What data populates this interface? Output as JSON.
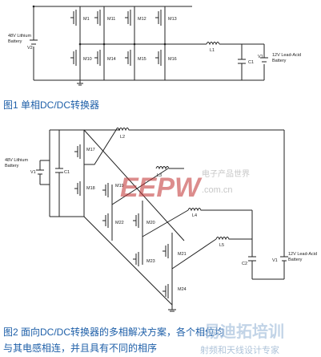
{
  "figure1": {
    "caption": "图1  单相DC/DC转换器",
    "battery_label": [
      "48V Lithium",
      "Battery",
      "V2"
    ],
    "load_label": [
      "12V Lead-Acid",
      "Battery",
      "V1"
    ],
    "capacitor": "C1",
    "inductor": "L1",
    "switches_top": [
      "M1",
      "M11",
      "M12",
      "M13"
    ],
    "switches_bottom": [
      "M10",
      "M14",
      "M15",
      "M16"
    ]
  },
  "figure2": {
    "caption_line1": "图2  面向DC/DC转换器的多相解决方案，各个相位均",
    "caption_line2": "与其电感相连，并且具有不同的相序",
    "battery_label": [
      "48V Lithium",
      "Battery",
      "V1"
    ],
    "load_label": [
      "12V Lead-Acid",
      "Battery",
      "V1"
    ],
    "capacitors": [
      "C1",
      "C2"
    ],
    "inductors": [
      "L2",
      "L3",
      "L4",
      "L5"
    ],
    "switches": [
      "M17",
      "M18",
      "M19",
      "M20",
      "M21",
      "M22",
      "M23",
      "M24"
    ]
  },
  "watermarks": {
    "logo_text": "EEPW",
    "logo_sub": "电子产品世界",
    "url": ".com.cn",
    "bottom_logo": "射频和天线设计专家",
    "bottom_brand": "易迪拓培训"
  },
  "colors": {
    "caption": "#1e5fa8",
    "watermark": "#c8c8c8"
  }
}
